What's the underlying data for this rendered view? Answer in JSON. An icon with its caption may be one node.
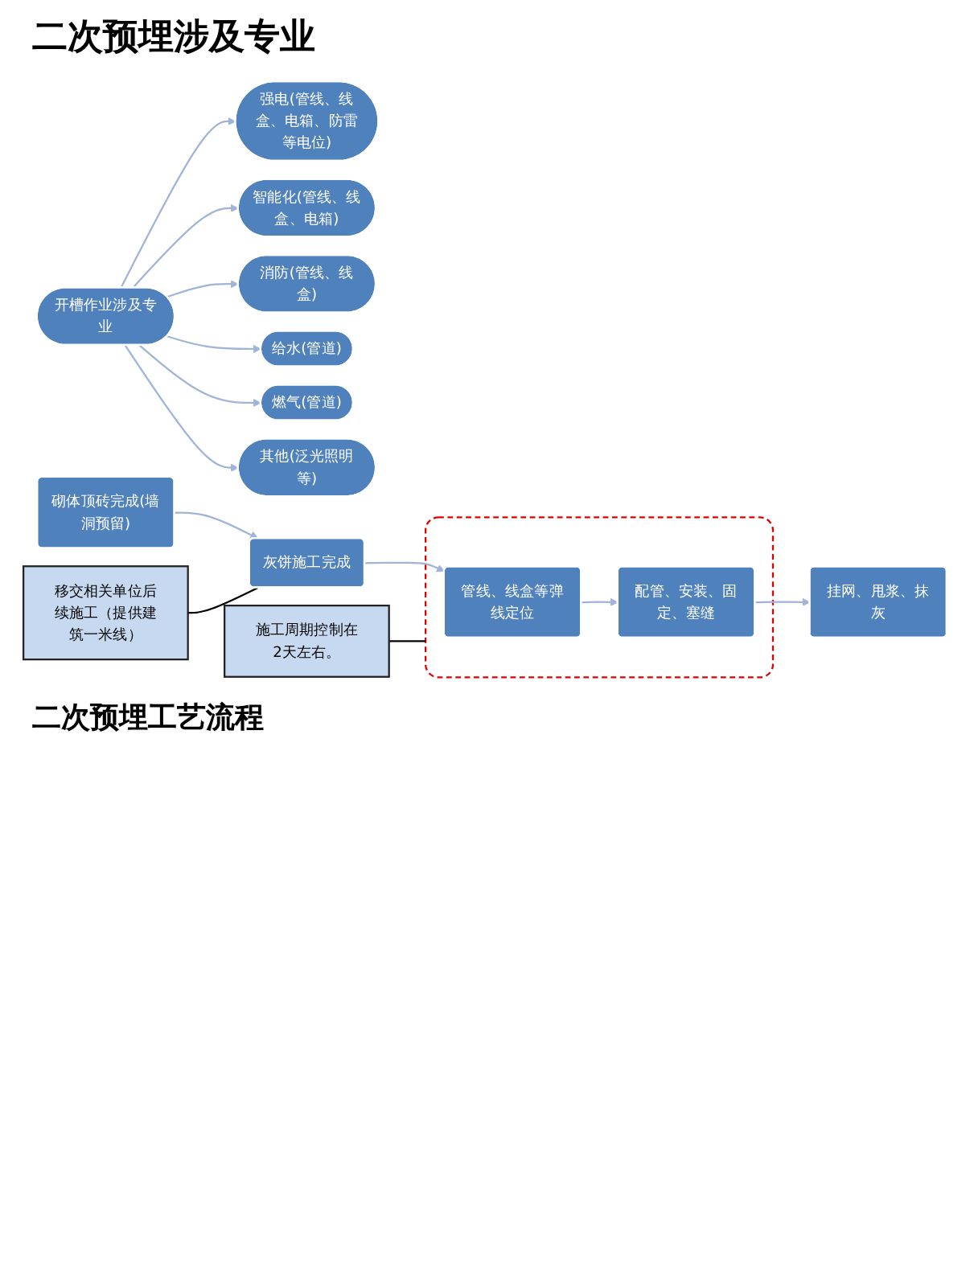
{
  "diagram": {
    "title": "二次预埋涉及专业",
    "nodes": [
      {
        "text": [
          "开槽作业涉及专业"
        ]
      },
      {
        "text": [
          "强电(管线、线盒、电箱、防雷等电位)"
        ]
      },
      {
        "text": [
          "智能化(管线、线盒、电箱)"
        ]
      },
      {
        "text": [
          "消防(管线、线盒)"
        ]
      },
      {
        "text": [
          "给水(管道)"
        ]
      },
      {
        "text": [
          "燃气(管道)"
        ]
      },
      {
        "text": [
          "其他(泛光照明等)"
        ]
      },
      {
        "text": [
          "砌体顶砖完成(墙洞预留)"
        ]
      },
      {
        "text": [
          "灰饼施工完成"
        ]
      },
      {
        "text": [],
        "shape": "box"
      },
      {
        "text": [
          "管线、线盒等弹线定位"
        ],
        "in": 9
      },
      {
        "text": [
          "配管、安装、固定、塞缝"
        ],
        "in": 9
      },
      {
        "text": [
          "挂网、甩浆、抹灰"
        ]
      },
      {
        "text": [
          "移交相关单位后续施工（提供建筑一米线）"
        ]
      },
      {
        "text": [
          "施工周期控制在2天左右。"
        ]
      }
    ],
    "edges": [
      {
        "from": 0,
        "to": 1,
        "arrow": "to"
      },
      {
        "from": 0,
        "to": 2,
        "arrow": "to"
      },
      {
        "from": 0,
        "to": 3,
        "arrow": "to"
      },
      {
        "from": 0,
        "to": 4,
        "arrow": "to"
      },
      {
        "from": 0,
        "to": 5,
        "arrow": "to"
      },
      {
        "from": 0,
        "to": 6,
        "arrow": "to"
      },
      {
        "from": 7,
        "to": 8,
        "arrow": "to"
      },
      {
        "from": 8,
        "to": 10,
        "arrow": "to"
      },
      {
        "from": 10,
        "to": 11,
        "arrow": "to"
      },
      {
        "from": 11,
        "to": 12,
        "arrow": "to"
      },
      {
        "from": 13,
        "to": 8,
        "arrow": "none",
        "color": "#000000"
      },
      {
        "from": 14,
        "to": 9,
        "arrow": "none",
        "color": "#000000"
      }
    ],
    "labels": [
      "二次预埋工艺流程"
    ]
  }
}
